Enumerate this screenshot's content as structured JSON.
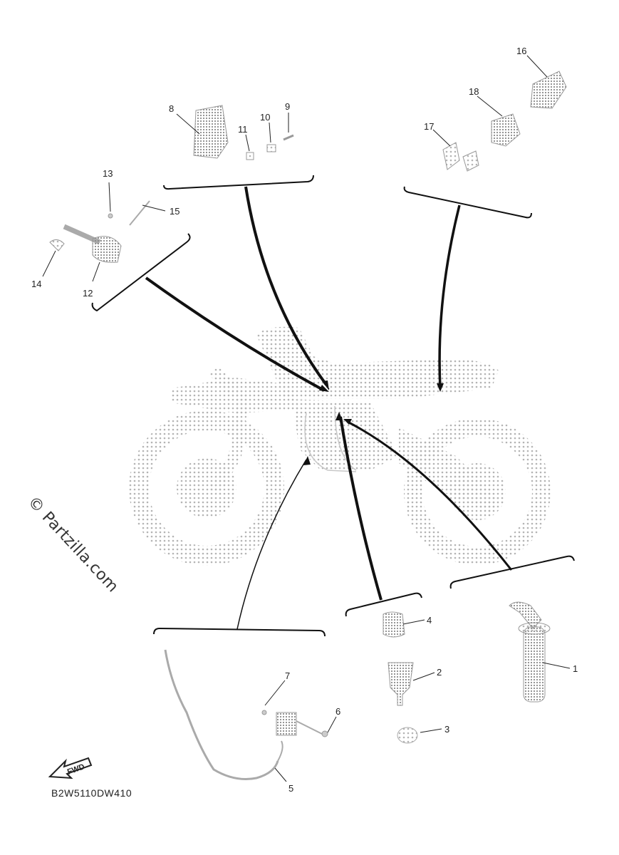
{
  "watermark": "© Partzilla.com",
  "diagram_code": "B2W5110DW410",
  "direction_label": "FWD",
  "callouts": [
    "1",
    "2",
    "3",
    "4",
    "5",
    "6",
    "7",
    "8",
    "9",
    "10",
    "11",
    "12",
    "13",
    "14",
    "15",
    "16",
    "17",
    "18"
  ]
}
